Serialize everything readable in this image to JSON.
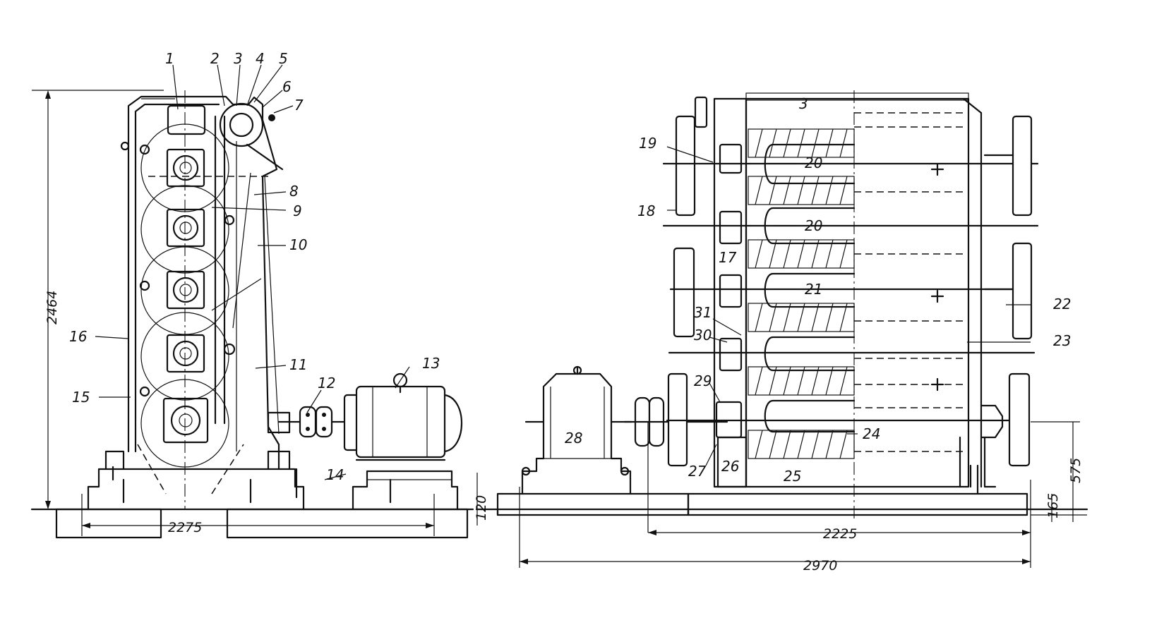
{
  "callouts": {
    "c1": "1",
    "c2": "2",
    "c3": "3",
    "c4": "4",
    "c5": "5",
    "c6": "6",
    "c7": "7",
    "c8": "8",
    "c9": "9",
    "c10": "10",
    "c11": "11",
    "c12": "12",
    "c13": "13",
    "c14": "14",
    "c15": "15",
    "c16": "16",
    "c17": "17",
    "c18": "18",
    "c19": "19",
    "c20a": "20",
    "c20b": "20",
    "c21": "21",
    "c22": "22",
    "c23": "23",
    "c24": "24",
    "c25": "25",
    "c26": "26",
    "c27": "27",
    "c28": "28",
    "c29": "29",
    "c30": "30",
    "c31": "31",
    "c3b": "3"
  },
  "dimensions": {
    "height_total": "2464",
    "left_base_length": "2275",
    "right_shaft_length": "2225",
    "right_total_length": "2970",
    "base_height_left": "120",
    "base_height_right": "165",
    "shaft_height": "575"
  }
}
